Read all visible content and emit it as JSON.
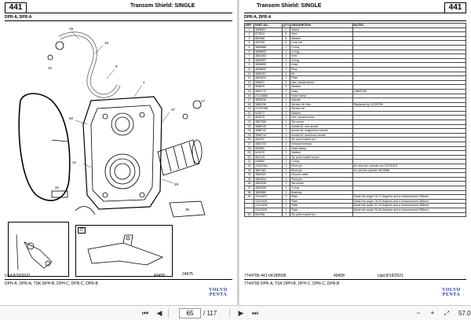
{
  "left_page": {
    "page_number": "441",
    "title": "Transom Shield: SINGLE",
    "models": "DPR-A, DPR-A",
    "figure_number": "24975",
    "footer_updated": "Upd.8/19/2021",
    "footer_code": "49408",
    "footer_models": "DPH-A, DPR-A, TSK DPH-B, DPH-C, DPR-C, DPR-B",
    "logo_top": "VOLVO",
    "logo_bottom": "PENTA",
    "inset_label": "37"
  },
  "right_page": {
    "page_number": "441",
    "title": "Transom Shield: SINGLE",
    "models": "DPR-A, DPR-A",
    "footer_updated": "Upd.8/19/2021",
    "footer_code": "7744795-441-04189998",
    "footer_code_2": "49408",
    "footer_models": "7744795 DPR-A, TSK DPH-B, DPH-C, DPR-C, DPR-B",
    "logo_top": "VOLVO",
    "logo_bottom": "PENTA",
    "table": {
      "headers": [
        "REF",
        "PART NO.",
        "QTY",
        "DESCRIPTION",
        "NOTES"
      ],
      "rows": [
        [
          "1",
          "3858851",
          "1",
          "Shield",
          ""
        ],
        [
          "2",
          "873519",
          "6",
          "Stud",
          ""
        ],
        [
          "3",
          "852968",
          "6",
          "Washer",
          ""
        ],
        [
          "4",
          "952928",
          "6",
          "Lock nut",
          ""
        ],
        [
          "5",
          "3858886",
          "1",
          "O-ring",
          ""
        ],
        [
          "6",
          "3858892",
          "1",
          "O-ring",
          ""
        ],
        [
          "7",
          "3862353",
          "1",
          "Seal",
          ""
        ],
        [
          "8",
          "3853537",
          "1",
          "O-ring",
          ""
        ],
        [
          "9",
          "3858890",
          "1",
          "Hose",
          ""
        ],
        [
          "10",
          "3848652",
          "1",
          "Plug",
          ""
        ],
        [
          "11",
          "3888767",
          "1",
          "Kit",
          ""
        ],
        [
          "12",
          "3852833",
          "1",
          "Plate",
          ""
        ],
        [
          "13",
          "949621",
          "4",
          "Hex. socket screw",
          ""
        ],
        [
          "14",
          "955876",
          "4",
          "Washer",
          ""
        ],
        [
          "15",
          "3850179",
          "1",
          "Hose",
          "(3863345)"
        ],
        [
          "16",
          "21314886",
          "1",
          "Hose clamp",
          ""
        ],
        [
          "17",
          "3852816",
          "1",
          "Spindle",
          ""
        ],
        [
          "18",
          "3889336",
          "1",
          "Service kit, trim",
          "Replaced by 21225785"
        ],
        [
          "19",
          "21225785",
          "1",
          "Service kit",
          ""
        ],
        [
          "20",
          "943572",
          "1",
          "Washer",
          ""
        ],
        [
          "21",
          "963575",
          "1",
          "Hex. socket screw",
          ""
        ],
        [
          "22",
          "3587366",
          "1",
          "Set screw",
          ""
        ],
        [
          "23",
          "3588743",
          "1",
          "Anode kit, zinc anode",
          ""
        ],
        [
          "24",
          "3588742",
          "1",
          "Anode kit, magnesium anode",
          ""
        ],
        [
          "25",
          "3588744",
          "1",
          "Anode kit, aluminum anode",
          ""
        ],
        [
          "26",
          "964257",
          "1",
          "Six point socket scr",
          ""
        ],
        [
          "27",
          "3585703",
          "1",
          "Exhaust bellows",
          ""
        ],
        [
          "28",
          "953651",
          "2",
          "Hose clamp",
          ""
        ],
        [
          "29",
          "941678",
          "2",
          "Washer",
          ""
        ],
        [
          "30",
          "964730",
          "2",
          "Six point socket screw",
          ""
        ],
        [
          "31",
          "948860",
          "1",
          "O-ring",
          ""
        ],
        [
          "32",
          "24087561",
          "1",
          "Pivot pin",
          "for new trim cylinder p/n 22101019"
        ],
        [
          "33",
          "3857381",
          "1",
          "Pivot pin",
          "for old trim cylinder 3879986"
        ],
        [
          "34",
          "3582831",
          "1",
          "Ground cable",
          ""
        ],
        [
          "35",
          "3582834",
          "1",
          "Pivot pin",
          ""
        ],
        [
          "36",
          "3852836",
          "1",
          "Set screw",
          ""
        ],
        [
          "37",
          "3852830",
          "1",
          "O-ring",
          ""
        ],
        [
          "38",
          "3853880",
          "1",
          "Bushing",
          ""
        ],
        [
          "39",
          "21119437",
          "1",
          "Plate",
          "Dead rise angle 15-17 degrees and a measurement 368mm."
        ],
        [
          "",
          "21119436",
          "1",
          "Plate",
          "Dead rise angle 18-20 degrees and a measurement 368mm."
        ],
        [
          "",
          "21119438",
          "1",
          "Plate",
          "Dead rise angle 21-23 degrees and a measurement 368mm."
        ],
        [
          "",
          "21119435",
          "1",
          "Plate",
          "Dead rise angle 24-26 degrees and a measurement 368mm."
        ],
        [
          "40",
          "964258",
          "1",
          "Six point socket scr",
          ""
        ]
      ]
    }
  },
  "toolbar": {
    "current_page": "65",
    "total_pages": "/ 117",
    "zoom": "57.0"
  },
  "colors": {
    "logo_blue": "#1e3b8a",
    "viewer_gray": "#d9d9d9"
  }
}
